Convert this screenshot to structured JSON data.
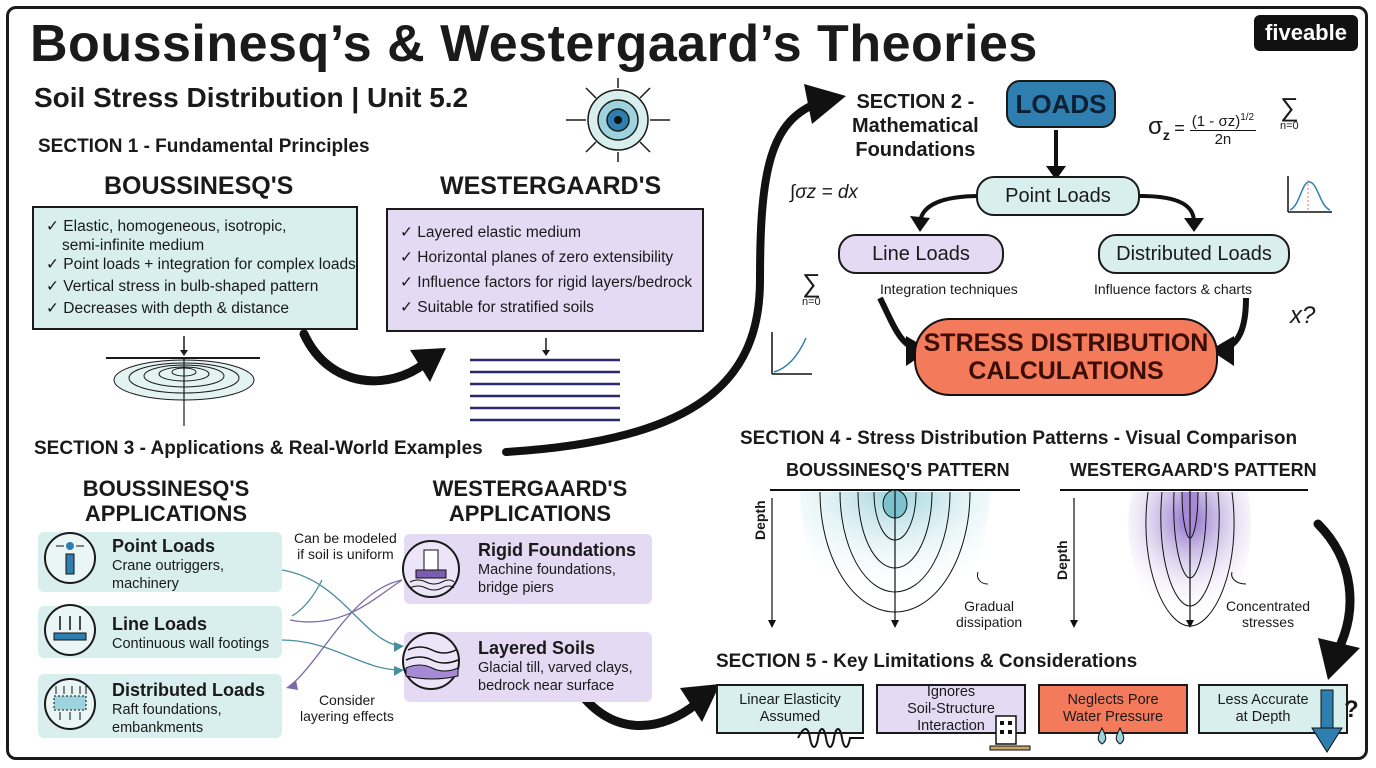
{
  "header": {
    "title": "Boussinesq’s & Westergaard’s Theories",
    "subtitle": "Soil Stress Distribution | Unit 5.2",
    "logo": "fiveable"
  },
  "section1": {
    "heading": "SECTION 1 - Fundamental Principles",
    "boussinesq": {
      "title": "BOUSSINESQ'S",
      "items": [
        "✓ Elastic, homogeneous, isotropic,",
        "semi-infinite medium",
        "✓ Point loads + integration for complex loads",
        "✓ Vertical stress in bulb-shaped pattern",
        "✓ Decreases with depth & distance"
      ]
    },
    "westergaard": {
      "title": "WESTERGAARD'S",
      "items": [
        "✓ Layered elastic medium",
        "✓ Horizontal planes of zero extensibility",
        "✓ Influence factors for rigid layers/bedrock",
        "✓ Suitable for stratified soils"
      ]
    }
  },
  "section2": {
    "heading_line1": "SECTION 2 -",
    "heading_line2": "Mathematical",
    "heading_line3": "Foundations",
    "loads": "LOADS",
    "point_loads": "Point Loads",
    "line_loads": "Line Loads",
    "distributed_loads": "Distributed Loads",
    "line_note": "Integration techniques",
    "distributed_note": "Influence factors & charts",
    "result_line1": "STRESS DISTRIBUTION",
    "result_line2": "CALCULATIONS",
    "formula": "σz = (1 - σz)^1/2 / 2n",
    "formula_lhs": "σ",
    "formula_sub": "z",
    "formula_num": "(1 - σz)",
    "formula_exp": "1/2",
    "formula_den": "2n",
    "sigma_sym": "∑",
    "sigma_sub": "n=0",
    "integral": "∫σz = dx",
    "xq": "x?"
  },
  "section3": {
    "heading": "SECTION 3 - Applications & Real-World Examples",
    "b_title_line1": "BOUSSINESQ'S",
    "b_title_line2": "APPLICATIONS",
    "w_title_line1": "WESTERGAARD'S",
    "w_title_line2": "APPLICATIONS",
    "b_apps": [
      {
        "title": "Point Loads",
        "desc1": "Crane outriggers,",
        "desc2": "machinery"
      },
      {
        "title": "Line Loads",
        "desc1": "Continuous wall footings",
        "desc2": ""
      },
      {
        "title": "Distributed Loads",
        "desc1": "Raft foundations,",
        "desc2": "embankments"
      }
    ],
    "w_apps": [
      {
        "title": "Rigid Foundations",
        "desc1": "Machine foundations,",
        "desc2": "bridge piers"
      },
      {
        "title": "Layered Soils",
        "desc1": "Glacial till, varved clays,",
        "desc2": "bedrock near surface"
      }
    ],
    "note_top_line1": "Can be modeled",
    "note_top_line2": "if soil is uniform",
    "note_bottom_line1": "Consider",
    "note_bottom_line2": "layering effects"
  },
  "section4": {
    "heading": "SECTION 4 - Stress Distribution Patterns - Visual Comparison",
    "b_pattern": "BOUSSINESQ'S PATTERN",
    "w_pattern": "WESTERGAARD'S PATTERN",
    "depth": "Depth",
    "b_note_line1": "Gradual",
    "b_note_line2": "dissipation",
    "w_note_line1": "Concentrated",
    "w_note_line2": "stresses"
  },
  "section5": {
    "heading": "SECTION 5 - Key Limitations & Considerations",
    "items": [
      {
        "line1": "Linear Elasticity",
        "line2": "Assumed",
        "line3": ""
      },
      {
        "line1": "Ignores",
        "line2": "Soil-Structure",
        "line3": "Interaction"
      },
      {
        "line1": "Neglects Pore",
        "line2": "Water Pressure",
        "line3": ""
      },
      {
        "line1": "Less Accurate",
        "line2": "at Depth",
        "line3": ""
      }
    ],
    "question": "?"
  },
  "colors": {
    "teal": "#d8efee",
    "purple": "#e4daf3",
    "blue": "#2e7fb0",
    "coral": "#f47a5c"
  }
}
